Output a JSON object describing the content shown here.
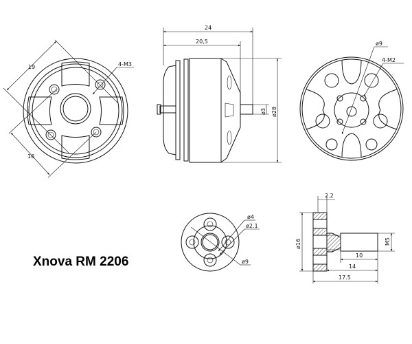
{
  "title": "Xnova RM 2206",
  "left_view": {
    "dim_a": "19",
    "dim_b": "16",
    "holes": "4-M3"
  },
  "side_view": {
    "length_total": "24",
    "length_body": "20,5",
    "shaft_dia": "ø3",
    "body_dia": "ø28"
  },
  "front_view": {
    "circle_dia": "ø9",
    "holes": "4-M2"
  },
  "adapter_top": {
    "d1": "ø4",
    "d2": "ø2.1",
    "d3": "ø9"
  },
  "adapter_section": {
    "flange": "2.2",
    "dia": "ø16",
    "thread": "M5",
    "len_thread": "10",
    "len_shaft": "14",
    "len_total": "17.5"
  }
}
